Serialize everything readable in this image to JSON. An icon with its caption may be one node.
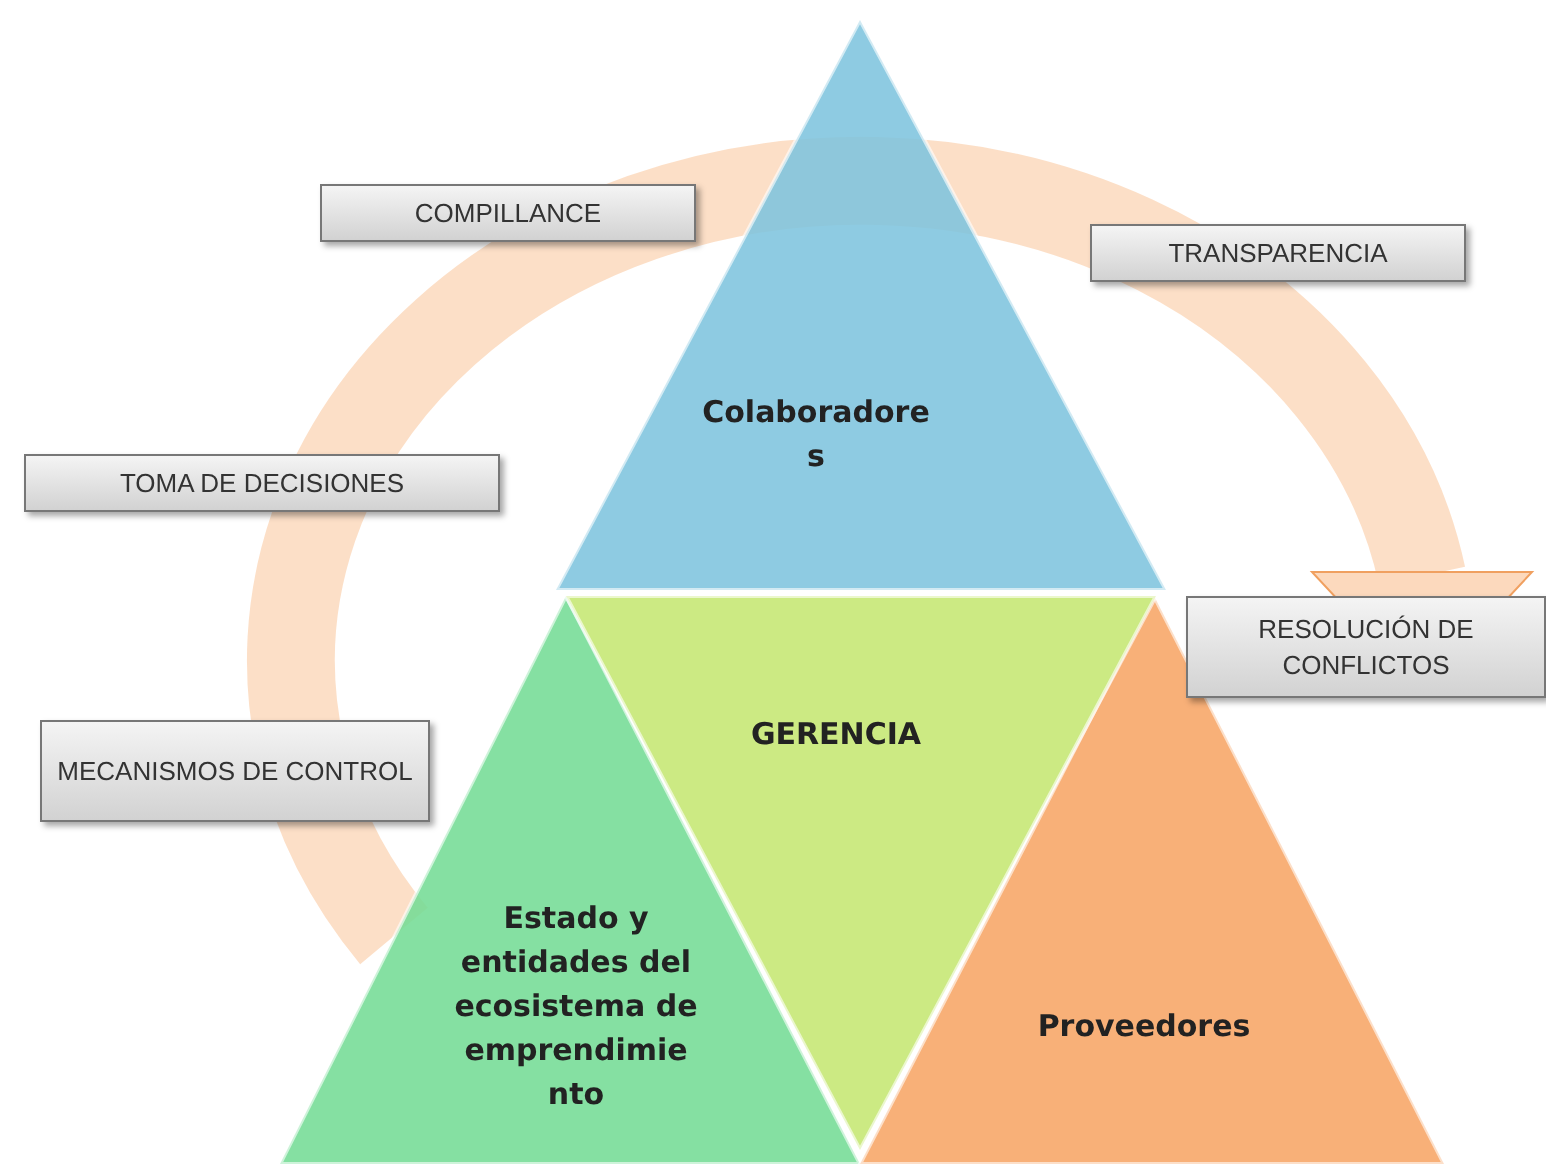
{
  "diagram": {
    "nodes": [
      {
        "text": [
          "COMPILLANCE"
        ]
      },
      {
        "text": [
          "TRANSPARENCIA"
        ]
      },
      {
        "text": [
          "Colaboradore s"
        ]
      },
      {
        "text": [
          "TOMA DE DECISIONES"
        ]
      },
      {
        "text": [
          "RESOLUCIÓN DE CONFLICTOS"
        ]
      },
      {
        "text": [
          "GERENCIA"
        ]
      },
      {
        "text": [
          "MECANISMOS DE CONTROL"
        ]
      },
      {
        "text": [
          "Estado y entidades del ecosistema de emprendimie nto"
        ]
      },
      {
        "text": [
          "Proveedores"
        ]
      }
    ]
  }
}
